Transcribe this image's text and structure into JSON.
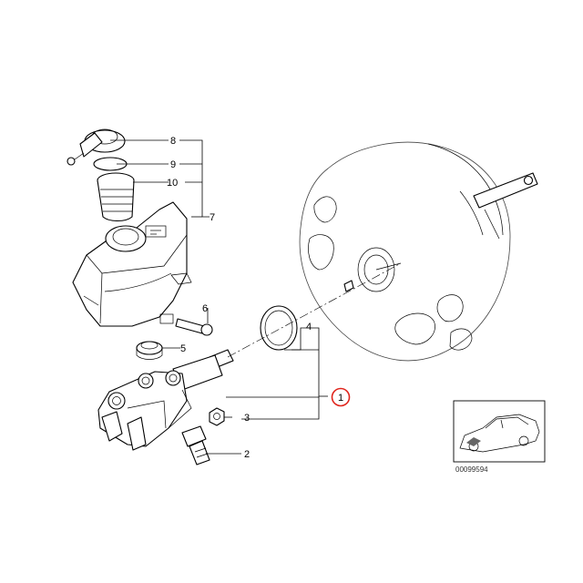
{
  "callouts": [
    {
      "number": "8"
    },
    {
      "number": "9"
    },
    {
      "number": "10"
    },
    {
      "number": "7"
    },
    {
      "number": "6"
    },
    {
      "number": "4"
    },
    {
      "number": "5"
    },
    {
      "number": "1",
      "highlighted": true
    },
    {
      "number": "3"
    },
    {
      "number": "2"
    }
  ],
  "reference_code": "00099594",
  "highlight_color": "#e0241c"
}
